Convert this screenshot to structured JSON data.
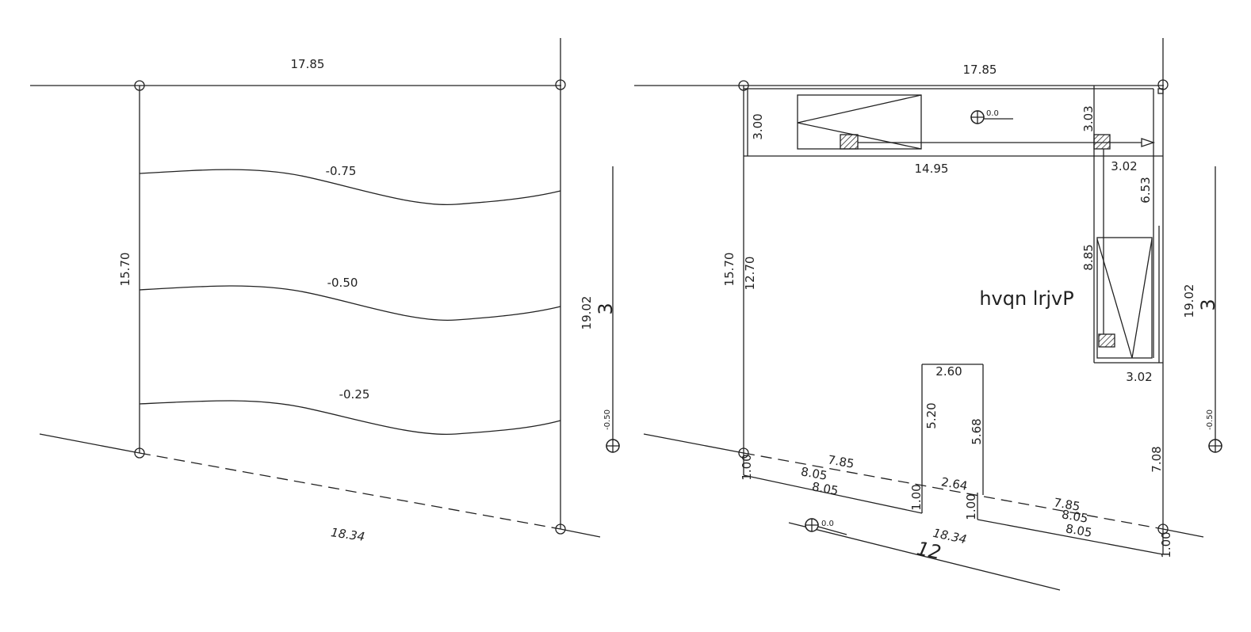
{
  "left_plan": {
    "top_width": "17.85",
    "left_depth": "15.70",
    "right_depth": "19.02",
    "right_lot_number": "3",
    "front_width": "18.34",
    "contours": [
      "-0.75",
      "-0.50",
      "-0.25"
    ],
    "side_level": "-0.50"
  },
  "right_plan": {
    "top_width": "17.85",
    "level_top": "0.0",
    "rear_strip_depth": "3.00",
    "rear_strip_length": "14.95",
    "right_strip_depth": "3.03",
    "right_strip_width": "3.02",
    "right_strip_length": "6.53",
    "tank_length": "8.85",
    "tank_width": "3.02",
    "room_label": "hvqn lrjvP",
    "left_depth": "15.70",
    "inner_left_depth": "12.70",
    "right_depth": "19.02",
    "right_lot_number": "3",
    "notch_width": "2.60",
    "notch_left": "5.20",
    "notch_right": "5.68",
    "right_front": "7.08",
    "front_left": [
      "7.85",
      "8.05",
      "8.05"
    ],
    "front_right": [
      "7.85",
      "8.05",
      "8.05"
    ],
    "setback_left": "1.00",
    "setback_notch_left": "1.00",
    "setback_notch_right": "1.00",
    "setback_right": "1.00",
    "notch_front": "2.64",
    "front_width": "18.34",
    "street_number": "12",
    "street_level": "0.0",
    "side_level": "-0.50"
  }
}
